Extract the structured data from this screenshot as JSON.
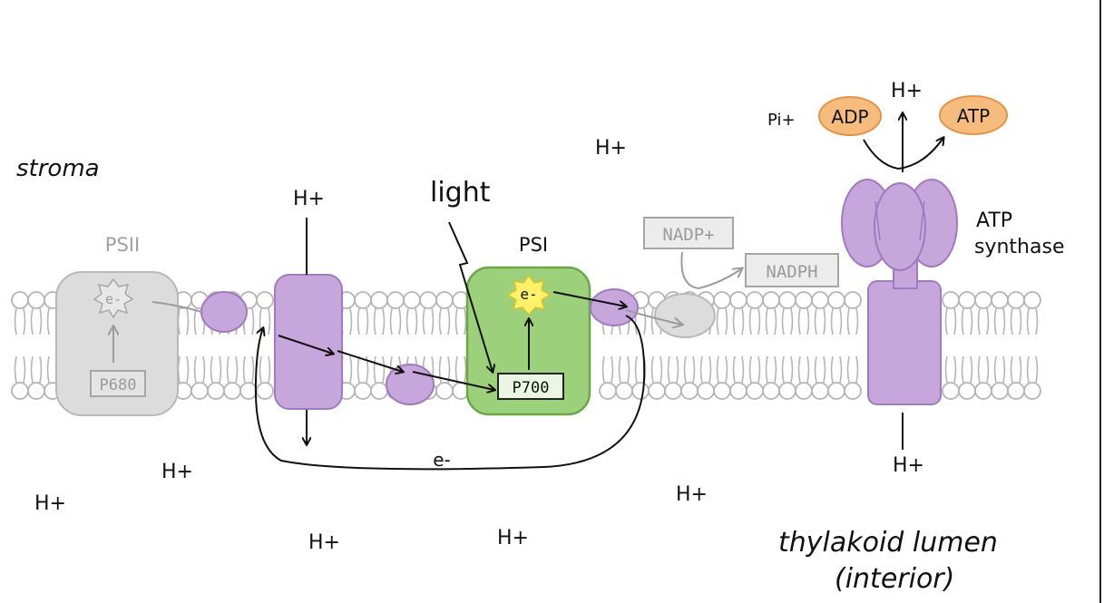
{
  "labels": {
    "stroma": "stroma",
    "lumen_line1": "thylakoid lumen",
    "lumen_line2": "(interior)",
    "psii": "PSII",
    "p680": "P680",
    "psi": "PSI",
    "p700": "P700",
    "light": "light",
    "e_minus": "e-",
    "nadp_plus": "NADP+",
    "nadph": "NADPH",
    "atp_synthase_line1": "ATP",
    "atp_synthase_line2": "synthase",
    "adp": "ADP",
    "atp": "ATP",
    "pi_plus": "Pi+",
    "h_plus": "H+"
  },
  "colors": {
    "membrane_outline": "#b5b5b5",
    "head_fill": "#ffffff",
    "psii_fill": "#dcdcdc",
    "psii_stroke": "#b8b8b8",
    "purple_fill": "#c7a6dc",
    "purple_stroke": "#a07bbf",
    "psi_fill": "#9dd07a",
    "psi_stroke": "#6ba64a",
    "orange_fill": "#f6bc7e",
    "orange_stroke": "#e4944a",
    "star_fill": "#fff26a",
    "arrow": "#111111",
    "grey_arrow": "#9c9c9c",
    "grey_text": "#a0a0a0"
  }
}
